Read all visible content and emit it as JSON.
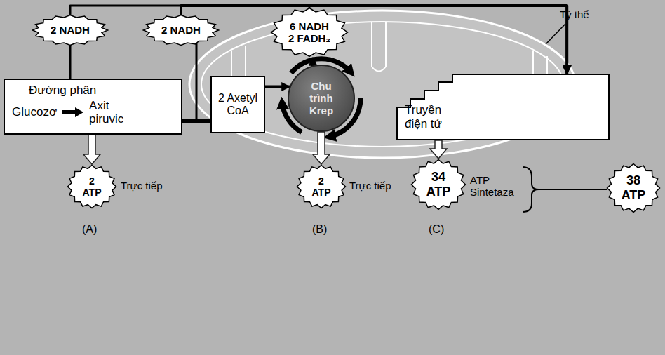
{
  "diagram": {
    "nodes": [
      {
        "text": [
          "2 NADH"
        ]
      },
      {
        "text": [
          "2 NADH"
        ]
      },
      {
        "text": [
          "6 NADH 2 FADH₂"
        ]
      },
      {
        "text": [
          "Đường phân",
          "Glucozơ",
          "Axit piruvic"
        ]
      },
      {
        "text": [
          "2 Axetyl CoA"
        ]
      },
      {
        "text": [
          "Chu trình Krep"
        ]
      },
      {
        "text": [
          "Truyền điện tử"
        ]
      },
      {
        "text": [
          "2 ATP"
        ]
      },
      {
        "text": [
          "2 ATP"
        ]
      },
      {
        "text": [
          "34 ATP"
        ]
      },
      {
        "text": [
          "38 ATP"
        ]
      }
    ],
    "edges": [
      {
        "from": 3,
        "to": 0,
        "arrow": "none"
      },
      {
        "from": 0,
        "to": 6,
        "arrow": "to"
      },
      {
        "from": 3,
        "to": 4,
        "arrow": "none"
      },
      {
        "from": 4,
        "to": 1,
        "arrow": "none"
      },
      {
        "from": 1,
        "to": 6,
        "arrow": "to"
      },
      {
        "from": 4,
        "to": 5,
        "arrow": "to"
      },
      {
        "from": 5,
        "to": 2,
        "arrow": "to"
      },
      {
        "from": 2,
        "to": 6,
        "arrow": "to"
      },
      {
        "from": 3,
        "to": 7,
        "arrow": "to"
      },
      {
        "from": 5,
        "to": 8,
        "arrow": "to"
      },
      {
        "from": 6,
        "to": 9,
        "arrow": "to"
      }
    ],
    "labels": [
      "Tỷ thể",
      "Trực tiếp",
      "(A)",
      "Trực tiếp",
      "(B)",
      "ATP Sintetaza",
      "(C)"
    ]
  }
}
